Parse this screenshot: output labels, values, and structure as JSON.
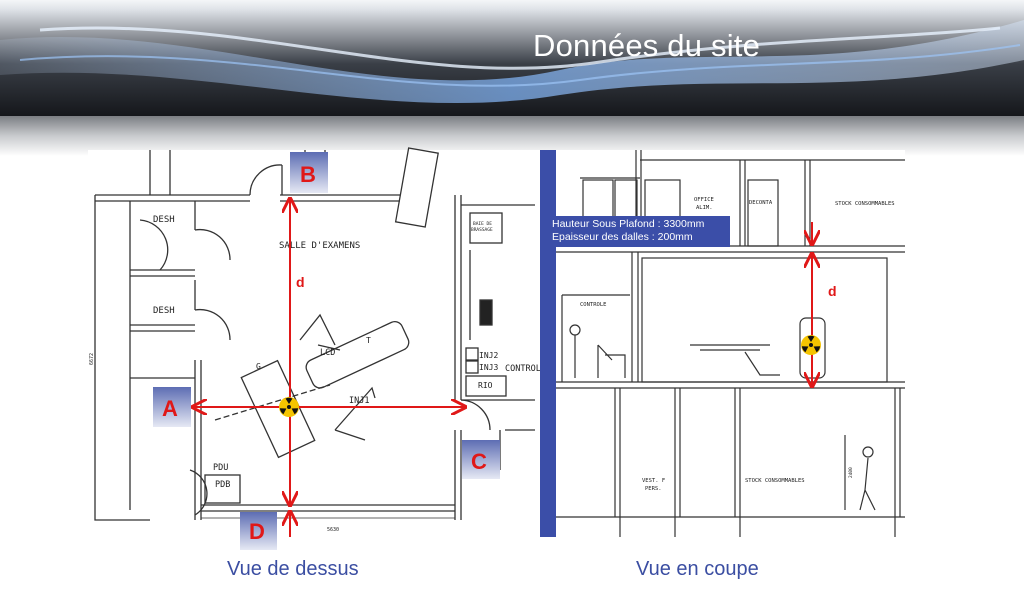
{
  "slide": {
    "title": "Données du site",
    "caption_left": "Vue de dessus",
    "caption_right": "Vue en coupe"
  },
  "top_view": {
    "markers": [
      "A",
      "B",
      "C",
      "D"
    ],
    "distance_label": "d",
    "rooms": {
      "desh_1": "DESH",
      "desh_2": "DESH",
      "exam_room": "SALLE D'EXAMENS",
      "control": "CONTROL"
    },
    "equipment": {
      "lcd": "LCD",
      "g": "G",
      "t": "T",
      "inj1": "INJ1",
      "inj2": "INJ2",
      "inj3": "INJ3",
      "rio": "RIO",
      "pdu": "PDU",
      "pdb": "PDB",
      "baie_line1": "BAIE DE",
      "baie_line2": "BRASSAGE"
    },
    "dimensions": {
      "width": "5630",
      "height": "6672"
    },
    "source_icon": "radiation-icon"
  },
  "section_view": {
    "info_line1": "Hauteur Sous Plafond : 3300mm",
    "info_line2": "Epaisseur des dalles : 200mm",
    "distance_label": "d",
    "rooms": {
      "office_line1": "OFFICE",
      "office_line2": "ALIM.",
      "deconta": "DECONTA",
      "stock_top": "STOCK CONSOMMABLES",
      "controle": "CONTROLE",
      "vest_line1": "VEST. F",
      "vest_line2": "PERS.",
      "stock_bottom": "STOCK CONSOMMABLES"
    },
    "dimension": "2400",
    "source_icon": "radiation-icon"
  },
  "colors": {
    "accent_blue": "#3b4ea8",
    "arrow_red": "#e01818",
    "radiation_yellow": "#f5c400"
  }
}
